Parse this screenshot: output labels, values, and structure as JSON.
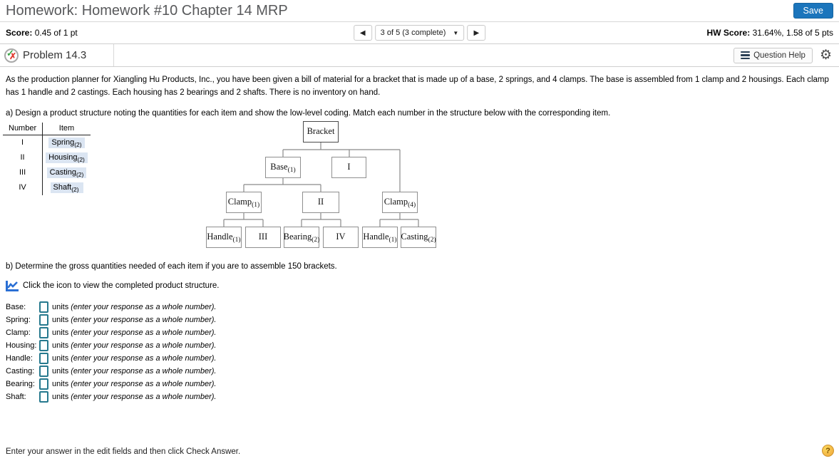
{
  "header": {
    "title": "Homework: Homework #10 Chapter 14 MRP",
    "save_label": "Save"
  },
  "scorebar": {
    "score_label": "Score:",
    "score_value": "0.45 of 1 pt",
    "nav_prev": "◀",
    "nav_value": "3 of 5 (3 complete)",
    "nav_caret": "▼",
    "nav_next": "▶",
    "hw_score_label": "HW Score:",
    "hw_score_value": "31.64%, 1.58 of 5 pts"
  },
  "problem": {
    "title": "Problem 14.3",
    "question_help_label": "Question Help",
    "gear_glyph": "⚙"
  },
  "body": {
    "stem": "As the production planner for Xiangling Hu Products, Inc., you have been given a bill of material for a bracket that is made up of a base, 2 springs, and 4 clamps. The base is assembled from 1 clamp and 2 housings. Each clamp has 1 handle and 2 castings. Each housing has 2 bearings and 2 shafts. There is no inventory on hand.",
    "part_a": "a) Design a product structure noting the quantities for each item and show the low-level coding. Match each number in the structure below with the corresponding item.",
    "part_b": "b) Determine the gross quantities needed of each item if you are to assemble 150 brackets.",
    "icon_caption": "Click the icon to view the completed product structure.",
    "footer": "Enter your answer in the edit fields and then click Check Answer.",
    "help_glyph": "?"
  },
  "match_table": {
    "headers": [
      "Number",
      "Item"
    ],
    "rows": [
      {
        "number": "I",
        "item": "Spring",
        "sub": "(2)"
      },
      {
        "number": "II",
        "item": "Housing",
        "sub": "(2)"
      },
      {
        "number": "III",
        "item": "Casting",
        "sub": "(2)"
      },
      {
        "number": "IV",
        "item": "Shaft",
        "sub": "(2)"
      }
    ]
  },
  "tree": {
    "bracket": {
      "label": "Bracket",
      "sub": ""
    },
    "base": {
      "label": "Base",
      "sub": "(1)"
    },
    "n1": {
      "label": "I",
      "sub": ""
    },
    "clamp1": {
      "label": "Clamp",
      "sub": "(1)"
    },
    "n2": {
      "label": "II",
      "sub": ""
    },
    "clamp4": {
      "label": "Clamp",
      "sub": "(4)"
    },
    "handle_a": {
      "label": "Handle",
      "sub": "(1)"
    },
    "n3": {
      "label": "III",
      "sub": ""
    },
    "bearing": {
      "label": "Bearing",
      "sub": "(2)"
    },
    "n4": {
      "label": "IV",
      "sub": ""
    },
    "handle_b": {
      "label": "Handle",
      "sub": "(1)"
    },
    "casting": {
      "label": "Casting",
      "sub": "(2)"
    }
  },
  "answers": {
    "unit_text": "units",
    "hint_text": "(enter your response as a whole number).",
    "rows": [
      {
        "label": "Base:"
      },
      {
        "label": "Spring:"
      },
      {
        "label": "Clamp:"
      },
      {
        "label": "Housing:"
      },
      {
        "label": "Handle:"
      },
      {
        "label": "Casting:"
      },
      {
        "label": "Bearing:"
      },
      {
        "label": "Shaft:"
      }
    ]
  },
  "colors": {
    "save_button": "#1b75bc",
    "input_border": "#26798e",
    "item_highlight": "#dbe5f2",
    "check_green": "#3aa545",
    "x_red": "#e03c31",
    "chart_icon_blue": "#2a6fd4",
    "help_circle": "#f0a43a",
    "title_gray": "#58595b"
  }
}
